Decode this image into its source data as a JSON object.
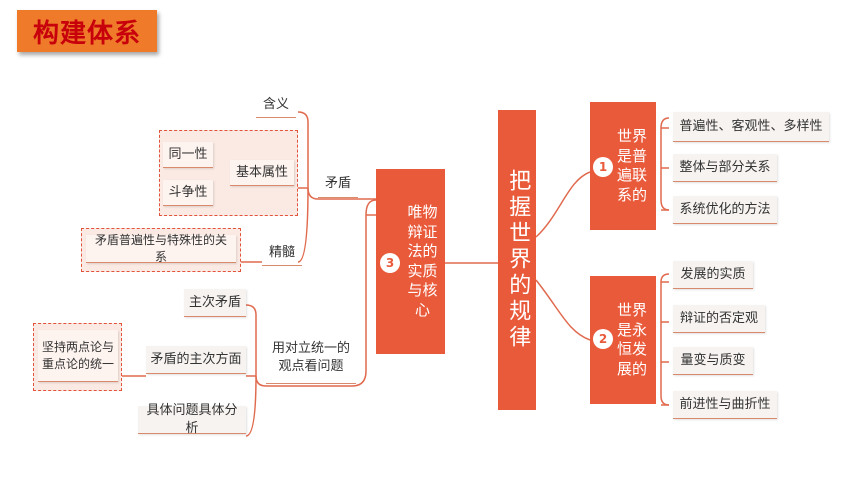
{
  "title": "构建体系",
  "main_node": "把握世界的规律",
  "branch1": {
    "number": "1",
    "label": "世界是普遍联系的",
    "items": [
      "普遍性、客观性、多样性",
      "整体与部分关系",
      "系统优化的方法"
    ]
  },
  "branch2": {
    "number": "2",
    "label": "世界是永恒发展的",
    "items": [
      "发展的实质",
      "辩证的否定观",
      "量变与质变",
      "前进性与曲折性"
    ]
  },
  "branch3": {
    "number": "3",
    "label": "唯物辩证法的实质与核心",
    "contradiction": {
      "label": "矛盾",
      "meaning": "含义",
      "basic_attributes": "基本属性",
      "identity": "同一性",
      "struggle": "斗争性",
      "essence": "精髓",
      "universality_particularity": "矛盾普遍性与特殊性的关系"
    },
    "unity_view": {
      "label": "用对立统一的观点看问题",
      "principal_contradiction": "主次矛盾",
      "principal_aspect": "矛盾的主次方面",
      "two_points_key_point": "坚持两点论与重点论的统一",
      "concrete_analysis": "具体问题具体分析"
    }
  },
  "colors": {
    "accent": "#e95a3b",
    "title_bg": "#ef7a2a",
    "title_text": "#c7000b",
    "dashed": "#e2533b"
  }
}
